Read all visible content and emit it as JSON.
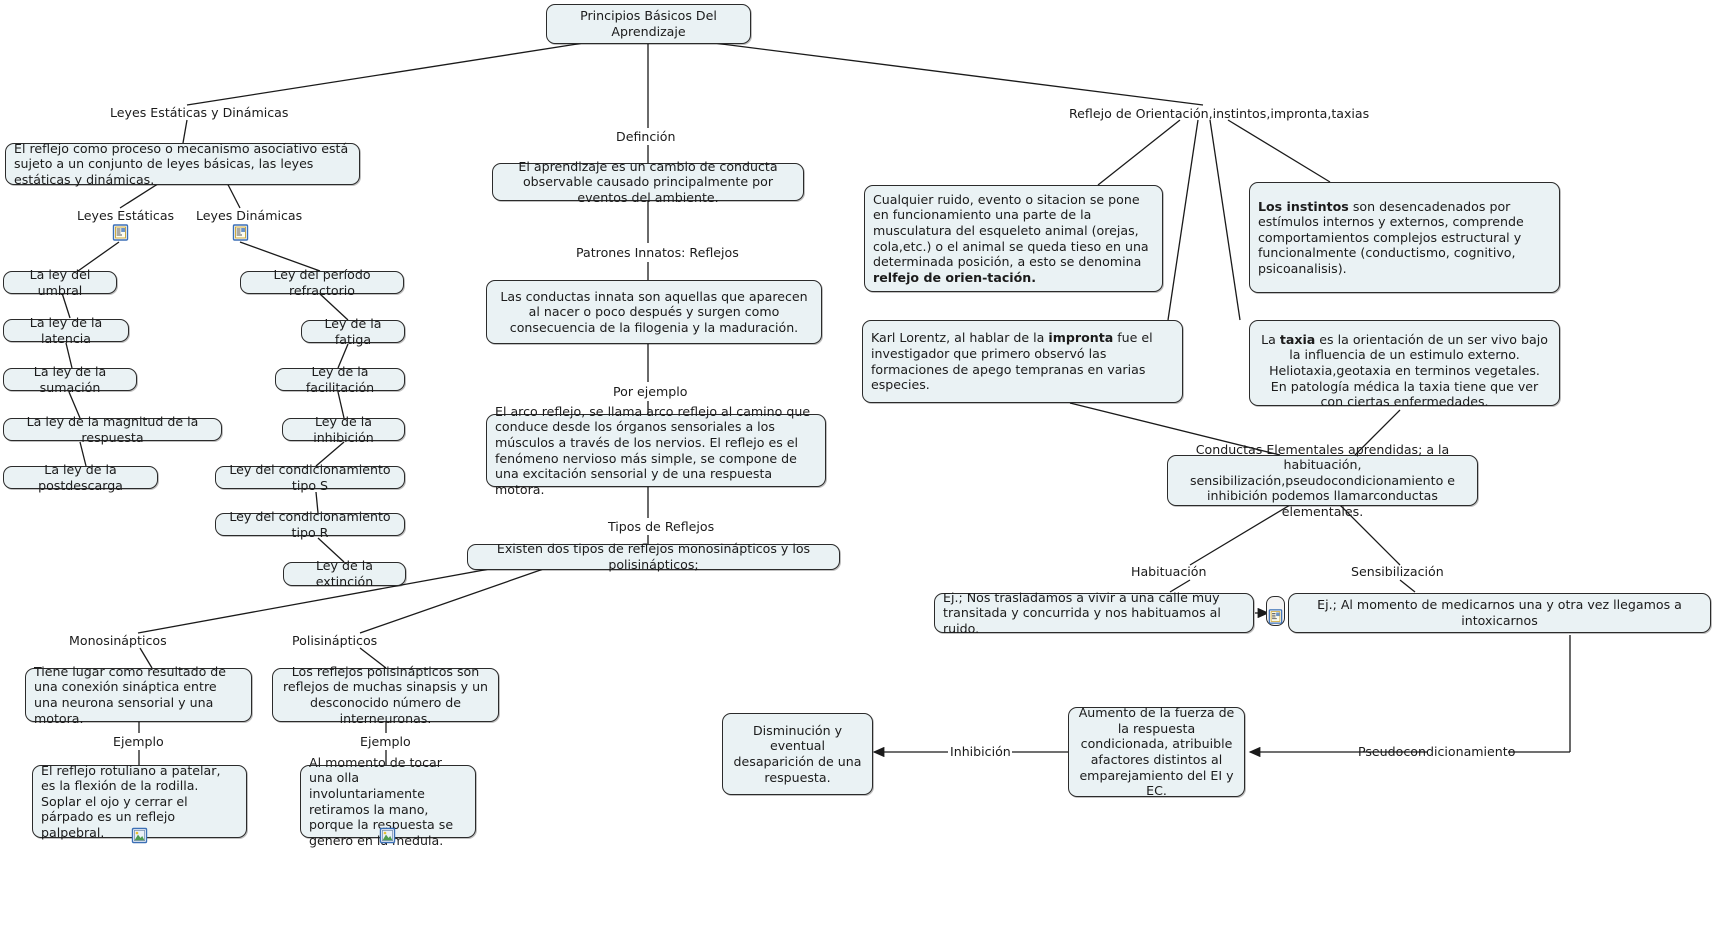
{
  "map": {
    "title": "Principios Básicos Del Aprendizaje",
    "background": "#ffffff",
    "node_fill": "#eaf2f4",
    "node_border": "#2b2b2b",
    "link_color": "#1a1a1a"
  },
  "nodes": {
    "root": "Principios Básicos Del Aprendizaje",
    "leyes_intro": "El reflejo como proceso o mecanismo asociativo está sujeto a un conjunto de leyes básicas, las leyes estáticas y dinámicas.",
    "ley_umbral": "La ley del umbral",
    "ley_latencia": "La ley de la latencia",
    "ley_sumacion": "La ley de la sumación",
    "ley_magnitud": "La ley de la magnitud de la respuesta",
    "ley_postdescarga": "La ley de la postdescarga",
    "ley_refractorio": "Ley del período refractorio",
    "ley_fatiga": "Ley de la fatiga",
    "ley_facilitacion": "Ley de la facilitación",
    "ley_inhibicion": "Ley de la inhibición",
    "ley_cond_s": "Ley del condicionamiento tipo S",
    "ley_cond_r": "Ley del condicionamiento tipo R",
    "ley_extincion": "Ley de la extinción",
    "definicion_box": "El aprendizaje es un cambio de conducta observable causado principalmente por eventos del ambiente.",
    "innatas_box": "Las conductas innata son aquellas que aparecen al nacer o poco después y surgen como consecuencia de la filogenia y la maduración.",
    "arco_reflejo_box": "El arco reflejo, se llama arco reflejo al camino que conduce desde los órganos sensoriales a los músculos a través de los nervios. El reflejo es el fenómeno nervioso más simple, se compone de una excitación sensorial y de una respuesta motora.",
    "tipos_reflejos_box": "Existen dos tipos de reflejos monosinápticos y los polisinápticos;",
    "mono_box": "Tiene lugar como resultado de una conexión sináptica entre una neurona sensorial y una motora.",
    "poli_box": "Los reflejos polisinápticos son reflejos de muchas sinapsis y un desconocido número de interneuronas.",
    "mono_ej_box": "El reflejo rotuliano a patelar, es la flexión de la rodilla.\nSoplar el ojo y cerrar el párpado es un reflejo palpebral.",
    "poli_ej_box": "Al momento de tocar una olla involuntariamente retiramos la mano, porque la respuesta se genero en la medula.",
    "ruido_box_pre": "Cualquier ruido, evento o sitacion se pone en funcionamiento una parte de la musculatura del esqueleto animal (orejas, cola,etc.) o el animal se queda tieso en una determinada posición, a esto se denomina ",
    "ruido_box_bold": "relfejo de orien-tación.",
    "impronta_box_pre": "Karl Lorentz, al hablar de la ",
    "impronta_box_bold": "impronta",
    "impronta_box_post": " fue el investigador que primero observó las formaciones de  apego tempranas en varias especies.",
    "instintos_box_bold": "Los instintos",
    "instintos_box_post": " son desencadenados por estímulos internos y externos, comprende comportamientos complejos estructural y funcionalmente (conductismo, cognitivo, psicoanalisis).",
    "taxia_box_pre": "La ",
    "taxia_box_bold": "taxia",
    "taxia_box_post": " es la orientación de un ser vivo bajo la influencia de un estimulo externo.\nHeliotaxia,geotaxia en terminos vegetales.\nEn patología médica la taxia tiene que ver con ciertas enfermedades.",
    "conductas_box": "Conductas Elementales aprendidas; a la habituación, sensibilización,pseudocondicionamiento e inhibición podemos llamarconductas elementales.",
    "habituacion_ej_box": "Ej.; Nos trasladamos a vivir a una calle muy transitada y concurrida y nos habituamos al ruido.",
    "sensibilizacion_ej_box": "Ej.; Al momento de medicarnos una y otra vez llegamos a intoxicarnos",
    "disminucion_box": "Disminución y eventual desaparición de una respuesta.",
    "aumento_box": "Aumento de la fuerza de la respuesta condicionada, atribuible afactores distintos al emparejamiento del EI y EC."
  },
  "link_labels": {
    "leyes_estaticas_dinamicas": "Leyes Estáticas y Dinámicas",
    "leyes_estaticas": "Leyes Estáticas",
    "leyes_dinamicas": "Leyes Dinámicas",
    "definicion": "Definción",
    "patrones_innatos": "Patrones Innatos: Reflejos",
    "por_ejemplo": "Por ejemplo",
    "tipos_de_reflejos": "Tipos de Reflejos",
    "monosinapticos": "Monosinápticos",
    "polisinapticos": "Polisinápticos",
    "ejemplo_mono": "Ejemplo",
    "ejemplo_poli": "Ejemplo",
    "reflejo_orientacion": "Reflejo de Orientación,instintos,impronta,taxias",
    "habituacion": "Habituación",
    "sensibilizacion": "Sensibilización",
    "inhibicion": "Inhibición",
    "pseudocondicionamiento": "Pseudocondicionamiento"
  },
  "icons": {
    "doc_estaticas": "document-icon",
    "doc_dinamicas": "document-icon",
    "pic_mono": "picture-icon",
    "pic_poli": "picture-icon",
    "doc_habituacion": "document-icon"
  }
}
